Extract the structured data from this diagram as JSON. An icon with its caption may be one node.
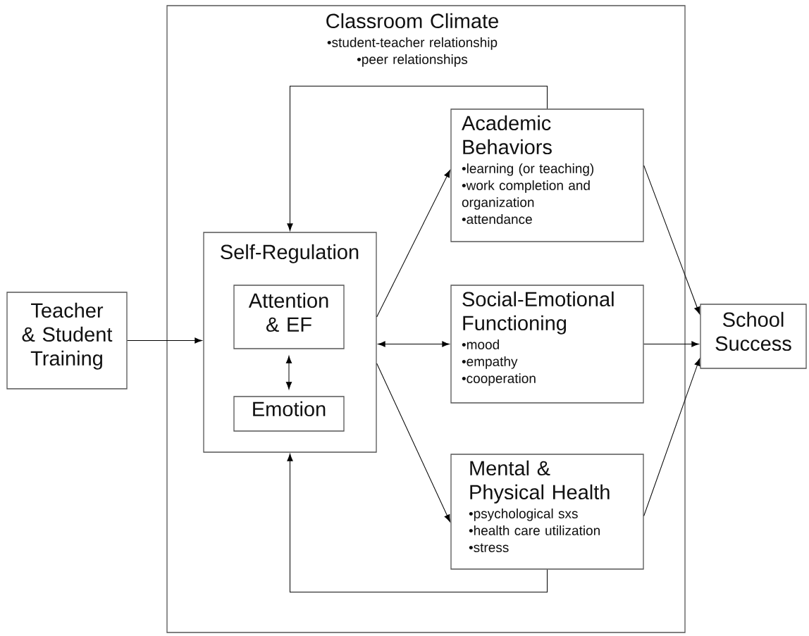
{
  "diagram": {
    "nodes": [
      {
        "text": [
          "Classroom Climate",
          "•student-teacher relationship",
          "•peer relationships"
        ]
      },
      {
        "text": [
          "Teacher & Student Training"
        ]
      },
      {
        "text": [
          "Self-Regulation"
        ],
        "in": 0
      },
      {
        "text": [
          "Attention & EF"
        ],
        "in": 2
      },
      {
        "text": [
          "Emotion"
        ],
        "in": 2
      },
      {
        "text": [
          "Academic Behaviors",
          "•learning (or teaching)",
          "•work completion and organization",
          "•attendance"
        ],
        "in": 0
      },
      {
        "text": [
          "Social-Emotional Functioning",
          "•mood",
          "•empathy",
          "•cooperation"
        ],
        "in": 0
      },
      {
        "text": [
          "Mental & Physical Health",
          "•psychological sxs",
          "•health care utilization",
          "•stress"
        ],
        "in": 0
      },
      {
        "text": [
          "School Success"
        ]
      }
    ],
    "edges": [
      {
        "from": 1,
        "to": 2,
        "arrow": "to"
      },
      {
        "from": 3,
        "to": 4,
        "arrow": "both"
      },
      {
        "from": 2,
        "to": 5,
        "arrow": "to"
      },
      {
        "from": 2,
        "to": 6,
        "arrow": "both"
      },
      {
        "from": 2,
        "to": 7,
        "arrow": "to"
      },
      {
        "from": 5,
        "to": 2,
        "arrow": "to"
      },
      {
        "from": 7,
        "to": 2,
        "arrow": "to"
      },
      {
        "from": 5,
        "to": 8,
        "arrow": "to"
      },
      {
        "from": 6,
        "to": 8,
        "arrow": "to"
      },
      {
        "from": 7,
        "to": 8,
        "arrow": "to"
      }
    ]
  }
}
